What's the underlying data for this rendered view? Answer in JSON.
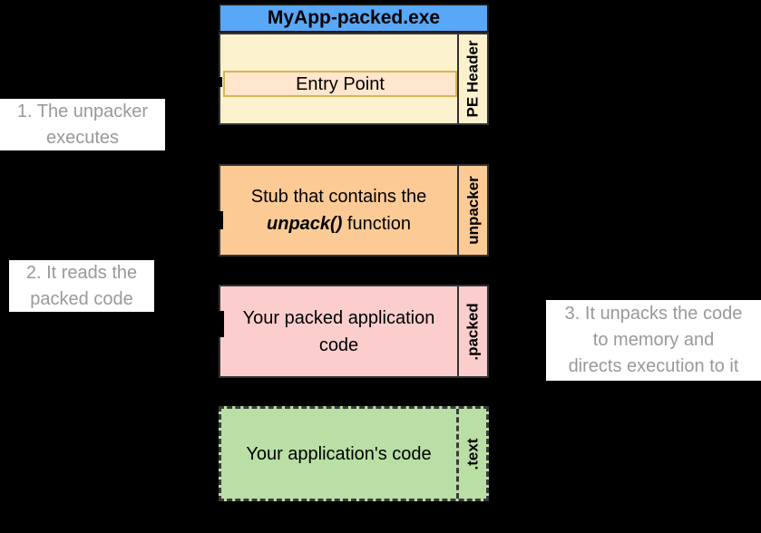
{
  "diagram": {
    "title": "MyApp-packed.exe",
    "header_fill": "#59A7F7",
    "sections": {
      "pe_header": {
        "label": "PE Header",
        "entry_point": "Entry Point",
        "fill": "#FCF1CD",
        "entry_fill": "#FFE6CC",
        "entry_border": "#D6B656"
      },
      "unpacker": {
        "label": "unpacker",
        "text_line1": "Stub that contains the",
        "text_bold_italic": "unpack()",
        "text_line2_rest": " function",
        "fill": "#FCCA95"
      },
      "packed": {
        "label": ".packed",
        "text": "Your packed application code",
        "fill": "#FCCDCD"
      },
      "text_section": {
        "label": ".text",
        "text": "Your application's code",
        "fill": "#B9DFA5",
        "border_style": "dashed"
      }
    }
  },
  "annotations": {
    "step1": {
      "line1": "1. The unpacker",
      "line2": "executes"
    },
    "step2": {
      "line1": "2. It reads the",
      "line2": "packed code"
    },
    "step3": {
      "line1": "3. It unpacks the code",
      "line2": "to memory and",
      "line3": "directs execution to it"
    }
  },
  "colors": {
    "background": "#000000",
    "annotation_bg": "#FFFFFF",
    "annotation_text": "#999999",
    "block_border": "#333333",
    "block_text": "#000000"
  }
}
